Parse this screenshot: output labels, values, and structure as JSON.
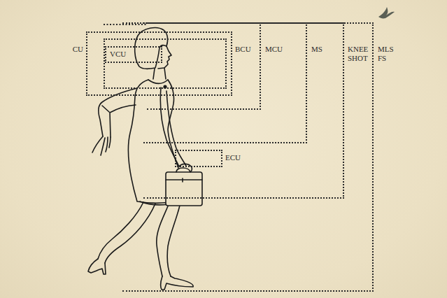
{
  "diagram": {
    "nodes": [
      {
        "text": [
          "MLS FS"
        ]
      },
      {
        "text": [
          "KNEE SHOT"
        ],
        "in": 0
      },
      {
        "text": [
          "MS"
        ],
        "in": 1
      },
      {
        "text": [
          "MCU"
        ],
        "in": 2
      },
      {
        "text": [
          "CU"
        ]
      },
      {
        "text": [
          "BCU"
        ],
        "in": 4
      },
      {
        "text": [
          "VCU"
        ],
        "in": 5
      },
      {
        "text": [
          "ECU"
        ],
        "in": 1
      }
    ]
  }
}
